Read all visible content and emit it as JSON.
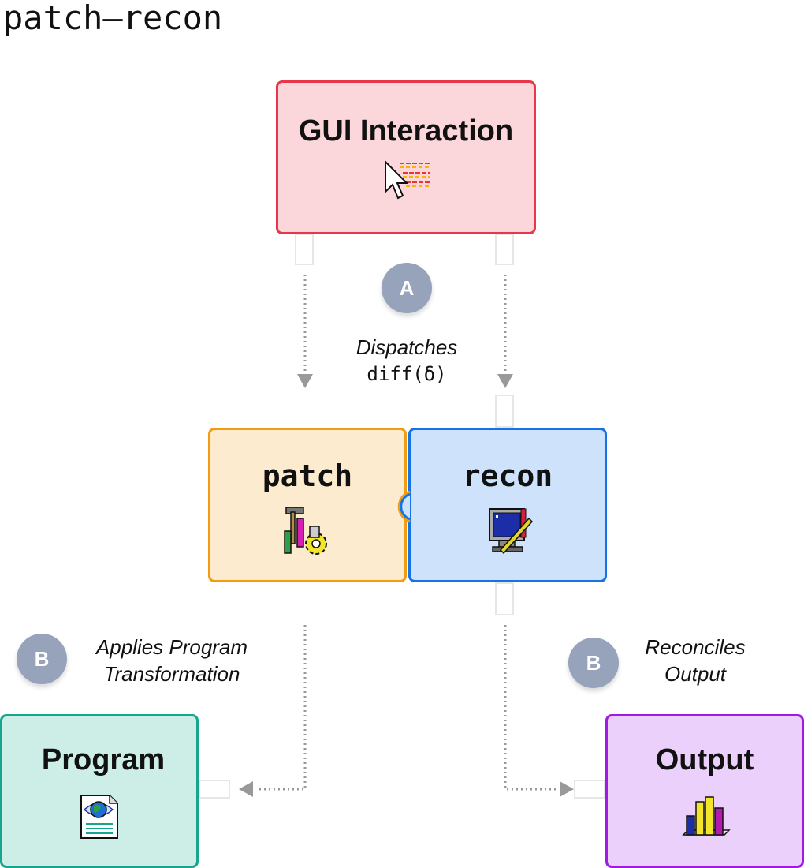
{
  "title": "patch–recon",
  "nodes": {
    "gui": "GUI Interaction",
    "patch": "patch",
    "recon": "recon",
    "program": "Program",
    "output": "Output"
  },
  "badges": {
    "a": "A",
    "b_left": "B",
    "b_right": "B"
  },
  "notes": {
    "dispatches": "Dispatches",
    "dispatches_code": "diff(δ)",
    "applies_line1": "Applies Program",
    "applies_line2": "Transformation",
    "reconciles_line1": "Reconciles",
    "reconciles_line2": "Output"
  },
  "icons": {
    "gui": "mouse-cursor-icon",
    "patch": "tools-gear-icon",
    "recon": "computer-ruler-icon",
    "program": "web-document-icon",
    "output": "bar-chart-icon"
  },
  "colors": {
    "gui_fill": "#fbd6da",
    "gui_border": "#e8374b",
    "patch_fill": "#fdebd0",
    "patch_border": "#f39c12",
    "recon_fill": "#cfe2fb",
    "recon_border": "#1573e8",
    "program_fill": "#cdeee7",
    "program_border": "#18a58f",
    "output_fill": "#ead0fa",
    "output_border": "#a019e6",
    "badge": "#96a3bb",
    "connector": "#999999"
  }
}
